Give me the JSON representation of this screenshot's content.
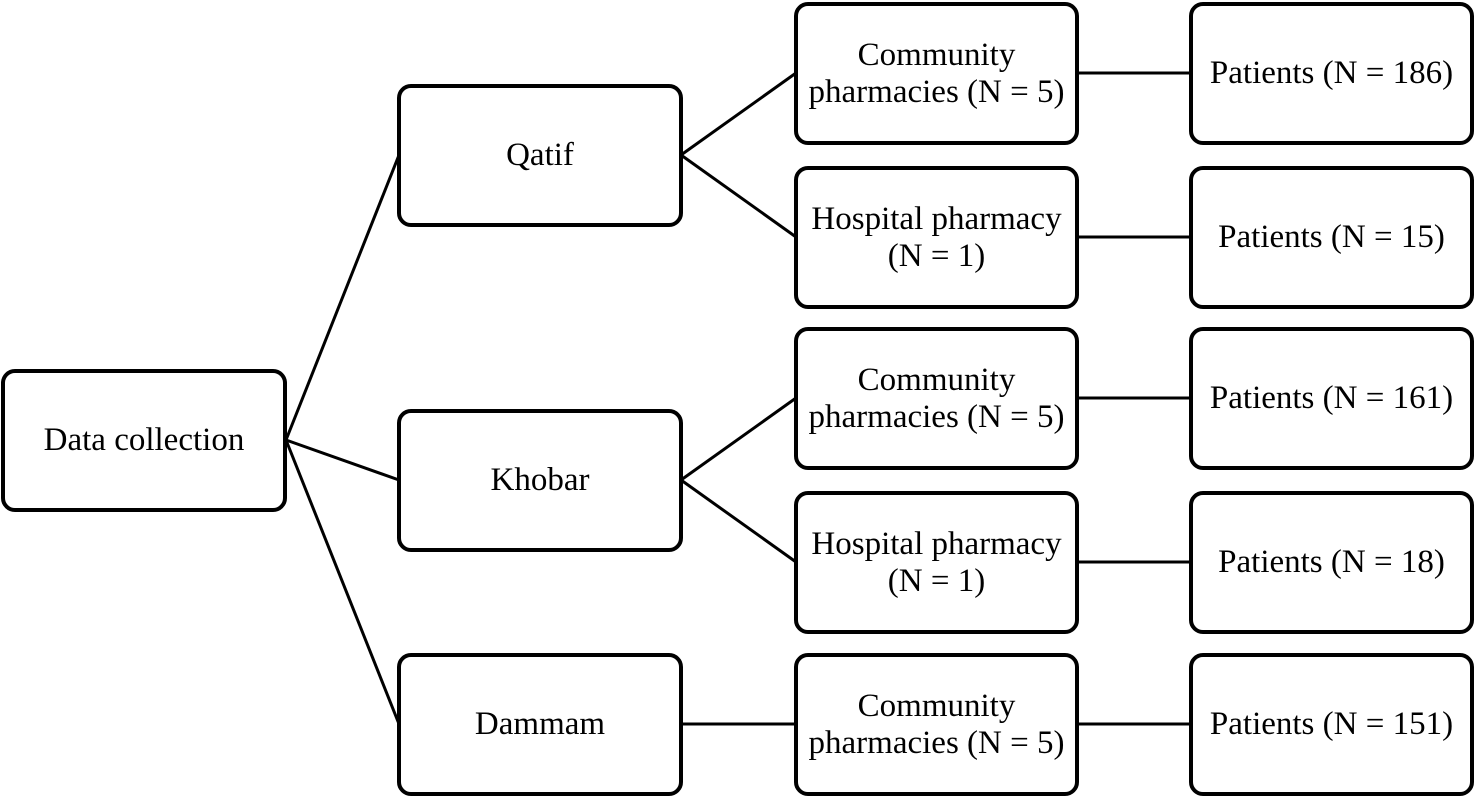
{
  "diagram": {
    "root": {
      "label": "Data collection"
    },
    "cities": [
      {
        "label": "Qatif"
      },
      {
        "label": "Khobar"
      },
      {
        "label": "Dammam"
      }
    ],
    "pharmacies": [
      {
        "label": "Community pharmacies (N = 5)"
      },
      {
        "label": "Hospital pharmacy (N = 1)"
      },
      {
        "label": "Community pharmacies (N = 5)"
      },
      {
        "label": "Hospital pharmacy (N = 1)"
      },
      {
        "label": "Community pharmacies (N = 5)"
      }
    ],
    "patients": [
      {
        "label": "Patients (N = 186)"
      },
      {
        "label": "Patients (N = 15)"
      },
      {
        "label": "Patients (N = 161)"
      },
      {
        "label": "Patients (N = 18)"
      },
      {
        "label": "Patients (N = 151)"
      }
    ]
  }
}
